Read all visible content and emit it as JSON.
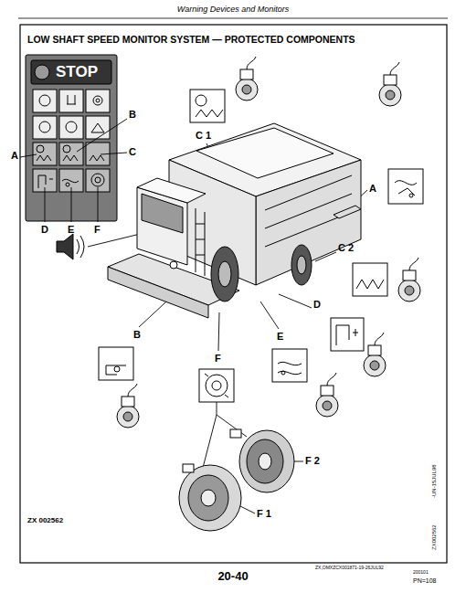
{
  "diagram": {
    "title": "LOW SHAFT SPEED MONITOR SYSTEM — PROTECTED COMPONENTS",
    "labels": [
      "Warning Devices and Monitors",
      "STOP",
      "B",
      "A",
      "C",
      "D",
      "E",
      "F",
      "C 1",
      "A",
      "C 2",
      "D",
      "B",
      "E",
      "F",
      "F 2",
      "ZX 002562",
      "F 1",
      "-UN-15JUL98",
      "ZX002562",
      "ZX,OMXZCX001871-19-26JUL92",
      "20-40",
      "200101",
      "PN=108"
    ]
  }
}
